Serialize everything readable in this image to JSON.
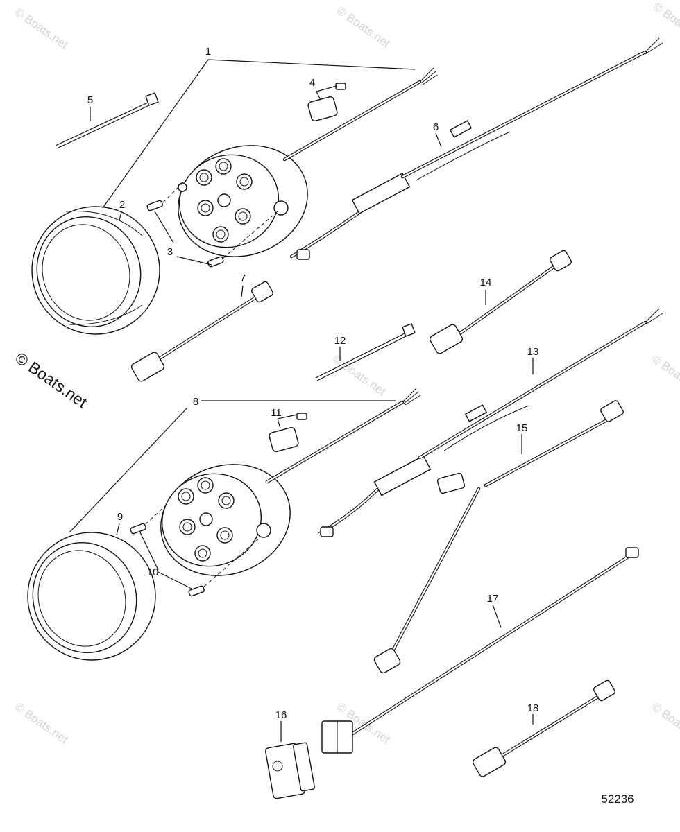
{
  "watermark": "© Boats.net",
  "figure_number": "52236",
  "callouts": [
    "1",
    "2",
    "3",
    "4",
    "5",
    "6",
    "7",
    "8",
    "9",
    "10",
    "11",
    "12",
    "13",
    "14",
    "15",
    "16",
    "17",
    "18"
  ]
}
